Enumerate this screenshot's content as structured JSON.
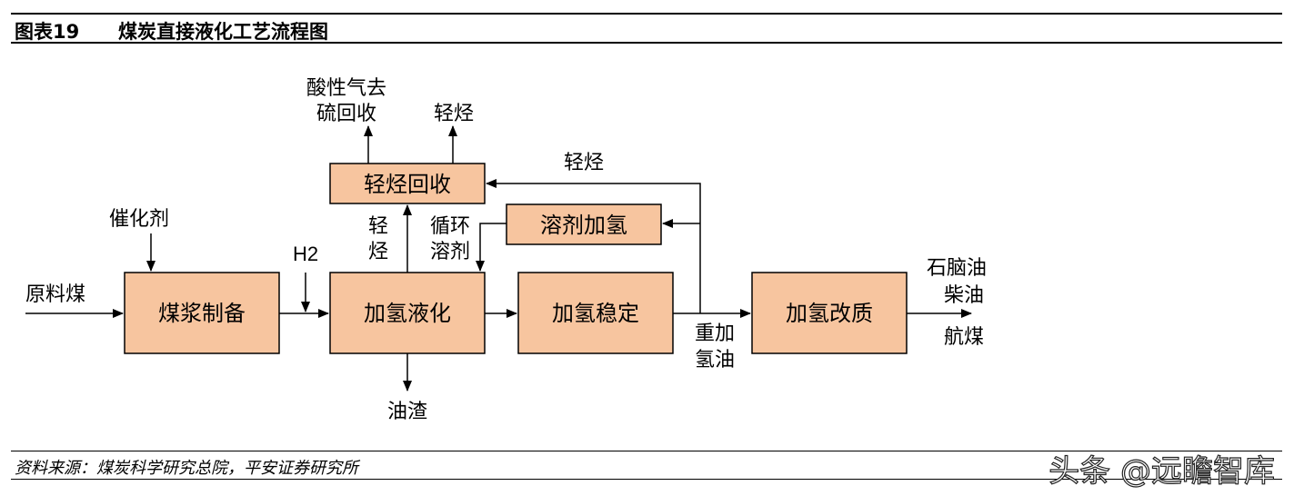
{
  "header": {
    "label": "图表19",
    "title": "煤炭直接液化工艺流程图"
  },
  "boxes": {
    "slurry": "煤浆制备",
    "liquefaction": "加氢液化",
    "stabilization": "加氢稳定",
    "upgrading": "加氢改质",
    "light_recovery": "轻烃回收",
    "solvent_hydro": "溶剂加氢"
  },
  "labels": {
    "raw_coal": "原料煤",
    "catalyst": "催化剂",
    "h2": "H2",
    "acid_gas_1": "酸性气去",
    "acid_gas_2": "硫回收",
    "light_top": "轻烃",
    "light_right": "轻烃",
    "light_v1": "轻",
    "light_v2": "烃",
    "recycle_1": "循环",
    "recycle_2": "溶剂",
    "residue": "油渣",
    "heavy_1": "重加",
    "heavy_2": "氢油",
    "product_naphtha": "石脑油",
    "product_diesel": "柴油",
    "product_jet": "航煤"
  },
  "footer": {
    "source": "资料来源：煤炭科学研究总院，平安证券研究所",
    "watermark": "头条 @远瞻智库"
  }
}
